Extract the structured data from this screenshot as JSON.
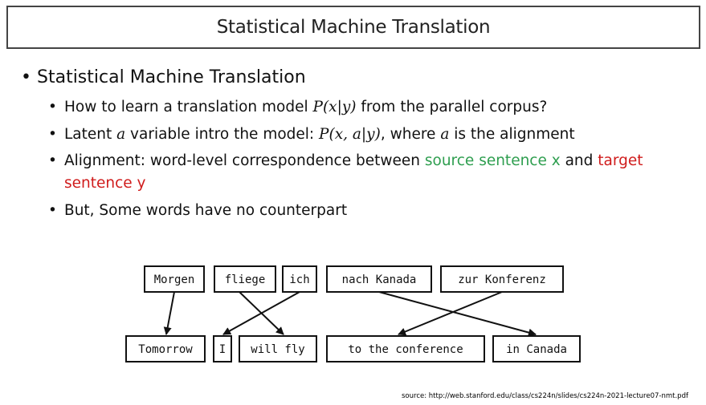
{
  "slide": {
    "title": "Statistical Machine Translation",
    "main_bullet": "Statistical Machine Translation",
    "sub_bullets": {
      "b1_pre": "How to learn a translation model ",
      "b1_math": "P(x|y)",
      "b1_post": " from the parallel corpus?",
      "b2_pre": "Latent ",
      "b2_math1": "a",
      "b2_mid": " variable intro the model: ",
      "b2_math2": "P(x, a|y)",
      "b2_mid2": ", where ",
      "b2_math3": "a",
      "b2_post": " is the alignment",
      "b3_pre": "Alignment: word-level correspondence between ",
      "b3_green": "source sentence x",
      "b3_and": " and ",
      "b3_red1": "target",
      "b3_red2": "sentence y",
      "b4": "But, Some words have no counterpart"
    },
    "source_note": "source: http://web.stanford.edu/class/cs224n/slides/cs224n-2021-lecture07-nmt.pdf",
    "colors": {
      "source": "#2e9e4f",
      "target": "#d01c1c"
    }
  },
  "diagram": {
    "source_words": [
      "Morgen",
      "fliege",
      "ich",
      "nach Kanada",
      "zur Konferenz"
    ],
    "target_words": [
      "Tomorrow",
      "I",
      "will fly",
      "to the conference",
      "in Canada"
    ]
  }
}
